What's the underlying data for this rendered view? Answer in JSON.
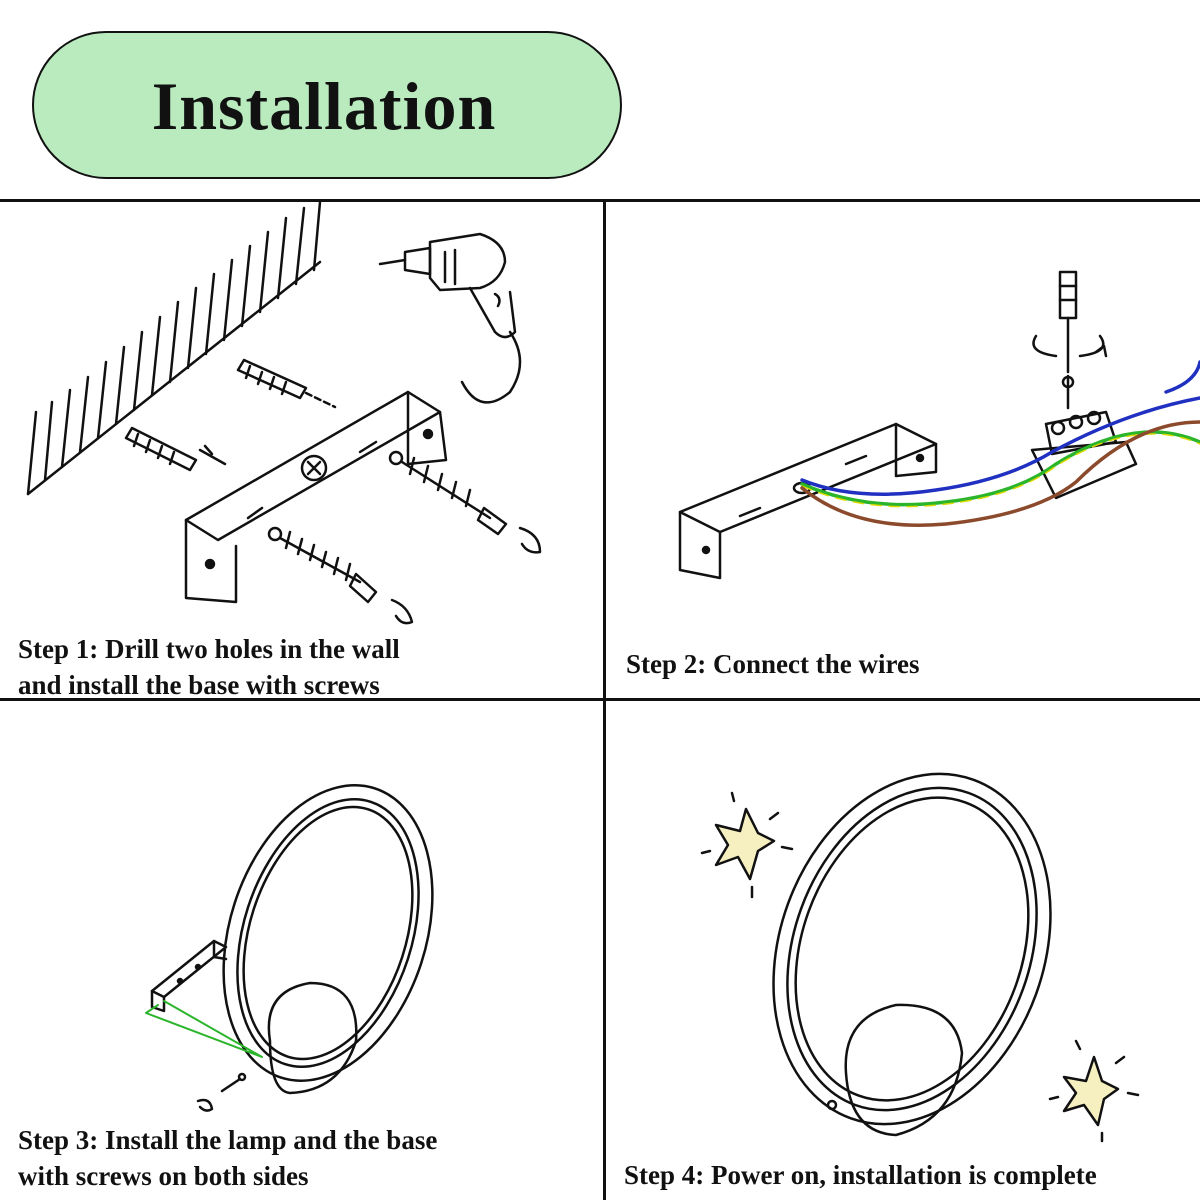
{
  "header": {
    "title": "Installation"
  },
  "steps": [
    {
      "line1": "Step 1: Drill two holes in the wall",
      "line2": "and install the base with screws"
    },
    {
      "line1": "Step 2: Connect the wires"
    },
    {
      "line1": "Step 3: Install the lamp and the base",
      "line2": "with screws on both sides"
    },
    {
      "line1": "Step 4: Power on, installation is complete"
    }
  ],
  "colors": {
    "title_background": "#b9ebbf",
    "wire_blue": "#2030c0",
    "wire_green": "#2bb52b",
    "wire_yellow": "#d8d800",
    "wire_brown": "#8b4a2b",
    "star_fill": "#f6efc0"
  }
}
